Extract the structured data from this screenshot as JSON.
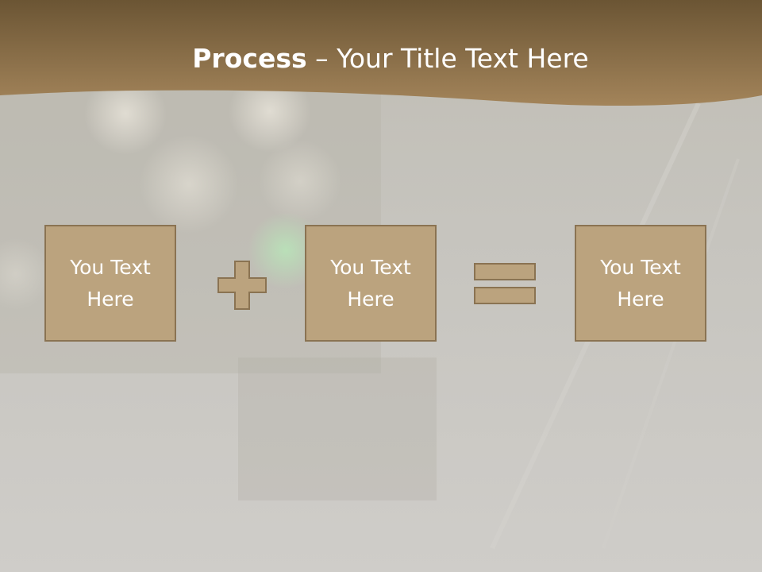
{
  "slide": {
    "title_bold": "Process",
    "title_separator": " – ",
    "title_rest": "Your Title Text Here"
  },
  "process": {
    "boxes": [
      {
        "label": "You Text Here"
      },
      {
        "label": "You Text Here"
      },
      {
        "label": "You Text Here"
      }
    ],
    "operator_1": "plus-icon",
    "operator_2": "equals-icon"
  },
  "colors": {
    "header_band": "#8f7350",
    "box_fill": "#bba37e",
    "box_border": "#8a7352",
    "background": "#c9c7c2"
  }
}
